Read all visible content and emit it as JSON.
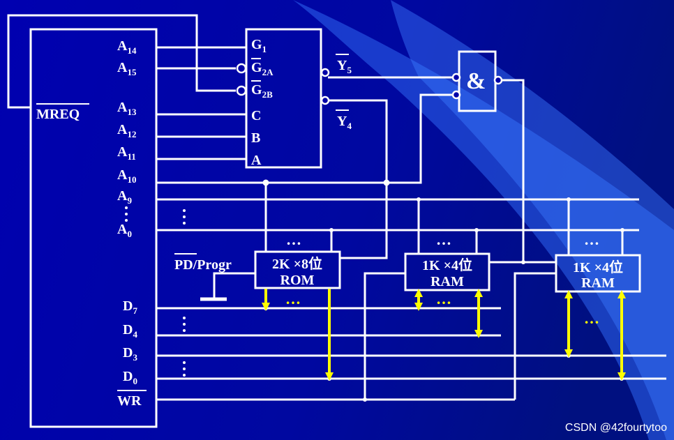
{
  "cpu": {
    "signals": {
      "mreq": "MREQ",
      "a14": "A",
      "a14_sub": "14",
      "a15": "A",
      "a15_sub": "15",
      "a13": "A",
      "a13_sub": "13",
      "a12": "A",
      "a12_sub": "12",
      "a11": "A",
      "a11_sub": "11",
      "a10": "A",
      "a10_sub": "10",
      "a9": "A",
      "a9_sub": "9",
      "a0": "A",
      "a0_sub": "0",
      "d7": "D",
      "d7_sub": "7",
      "d4": "D",
      "d4_sub": "4",
      "d3": "D",
      "d3_sub": "3",
      "d0": "D",
      "d0_sub": "0",
      "wr": "WR"
    }
  },
  "decoder": {
    "g1": "G",
    "g1_sub": "1",
    "g2a": "G",
    "g2a_sub": "2A",
    "g2b": "G",
    "g2b_sub": "2B",
    "c": "C",
    "b": "B",
    "a": "A",
    "y5": "Y",
    "y5_sub": "5",
    "y4": "Y",
    "y4_sub": "4"
  },
  "gate": {
    "symbol": "&"
  },
  "chips": {
    "rom": {
      "line1": "2K ×8位",
      "line2": "ROM"
    },
    "ram1": {
      "line1": "1K ×4位",
      "line2": "RAM"
    },
    "ram2": {
      "line1": "1K ×4位",
      "line2": "RAM"
    }
  },
  "pd_label": "PD/Progr",
  "ellipsis": "…",
  "watermark": "CSDN @42fourtytoo",
  "colors": {
    "background_dark": "#0000a8",
    "background_light": "#2f6bff",
    "wire": "#ffffff",
    "data_arrow": "#ffff00"
  }
}
